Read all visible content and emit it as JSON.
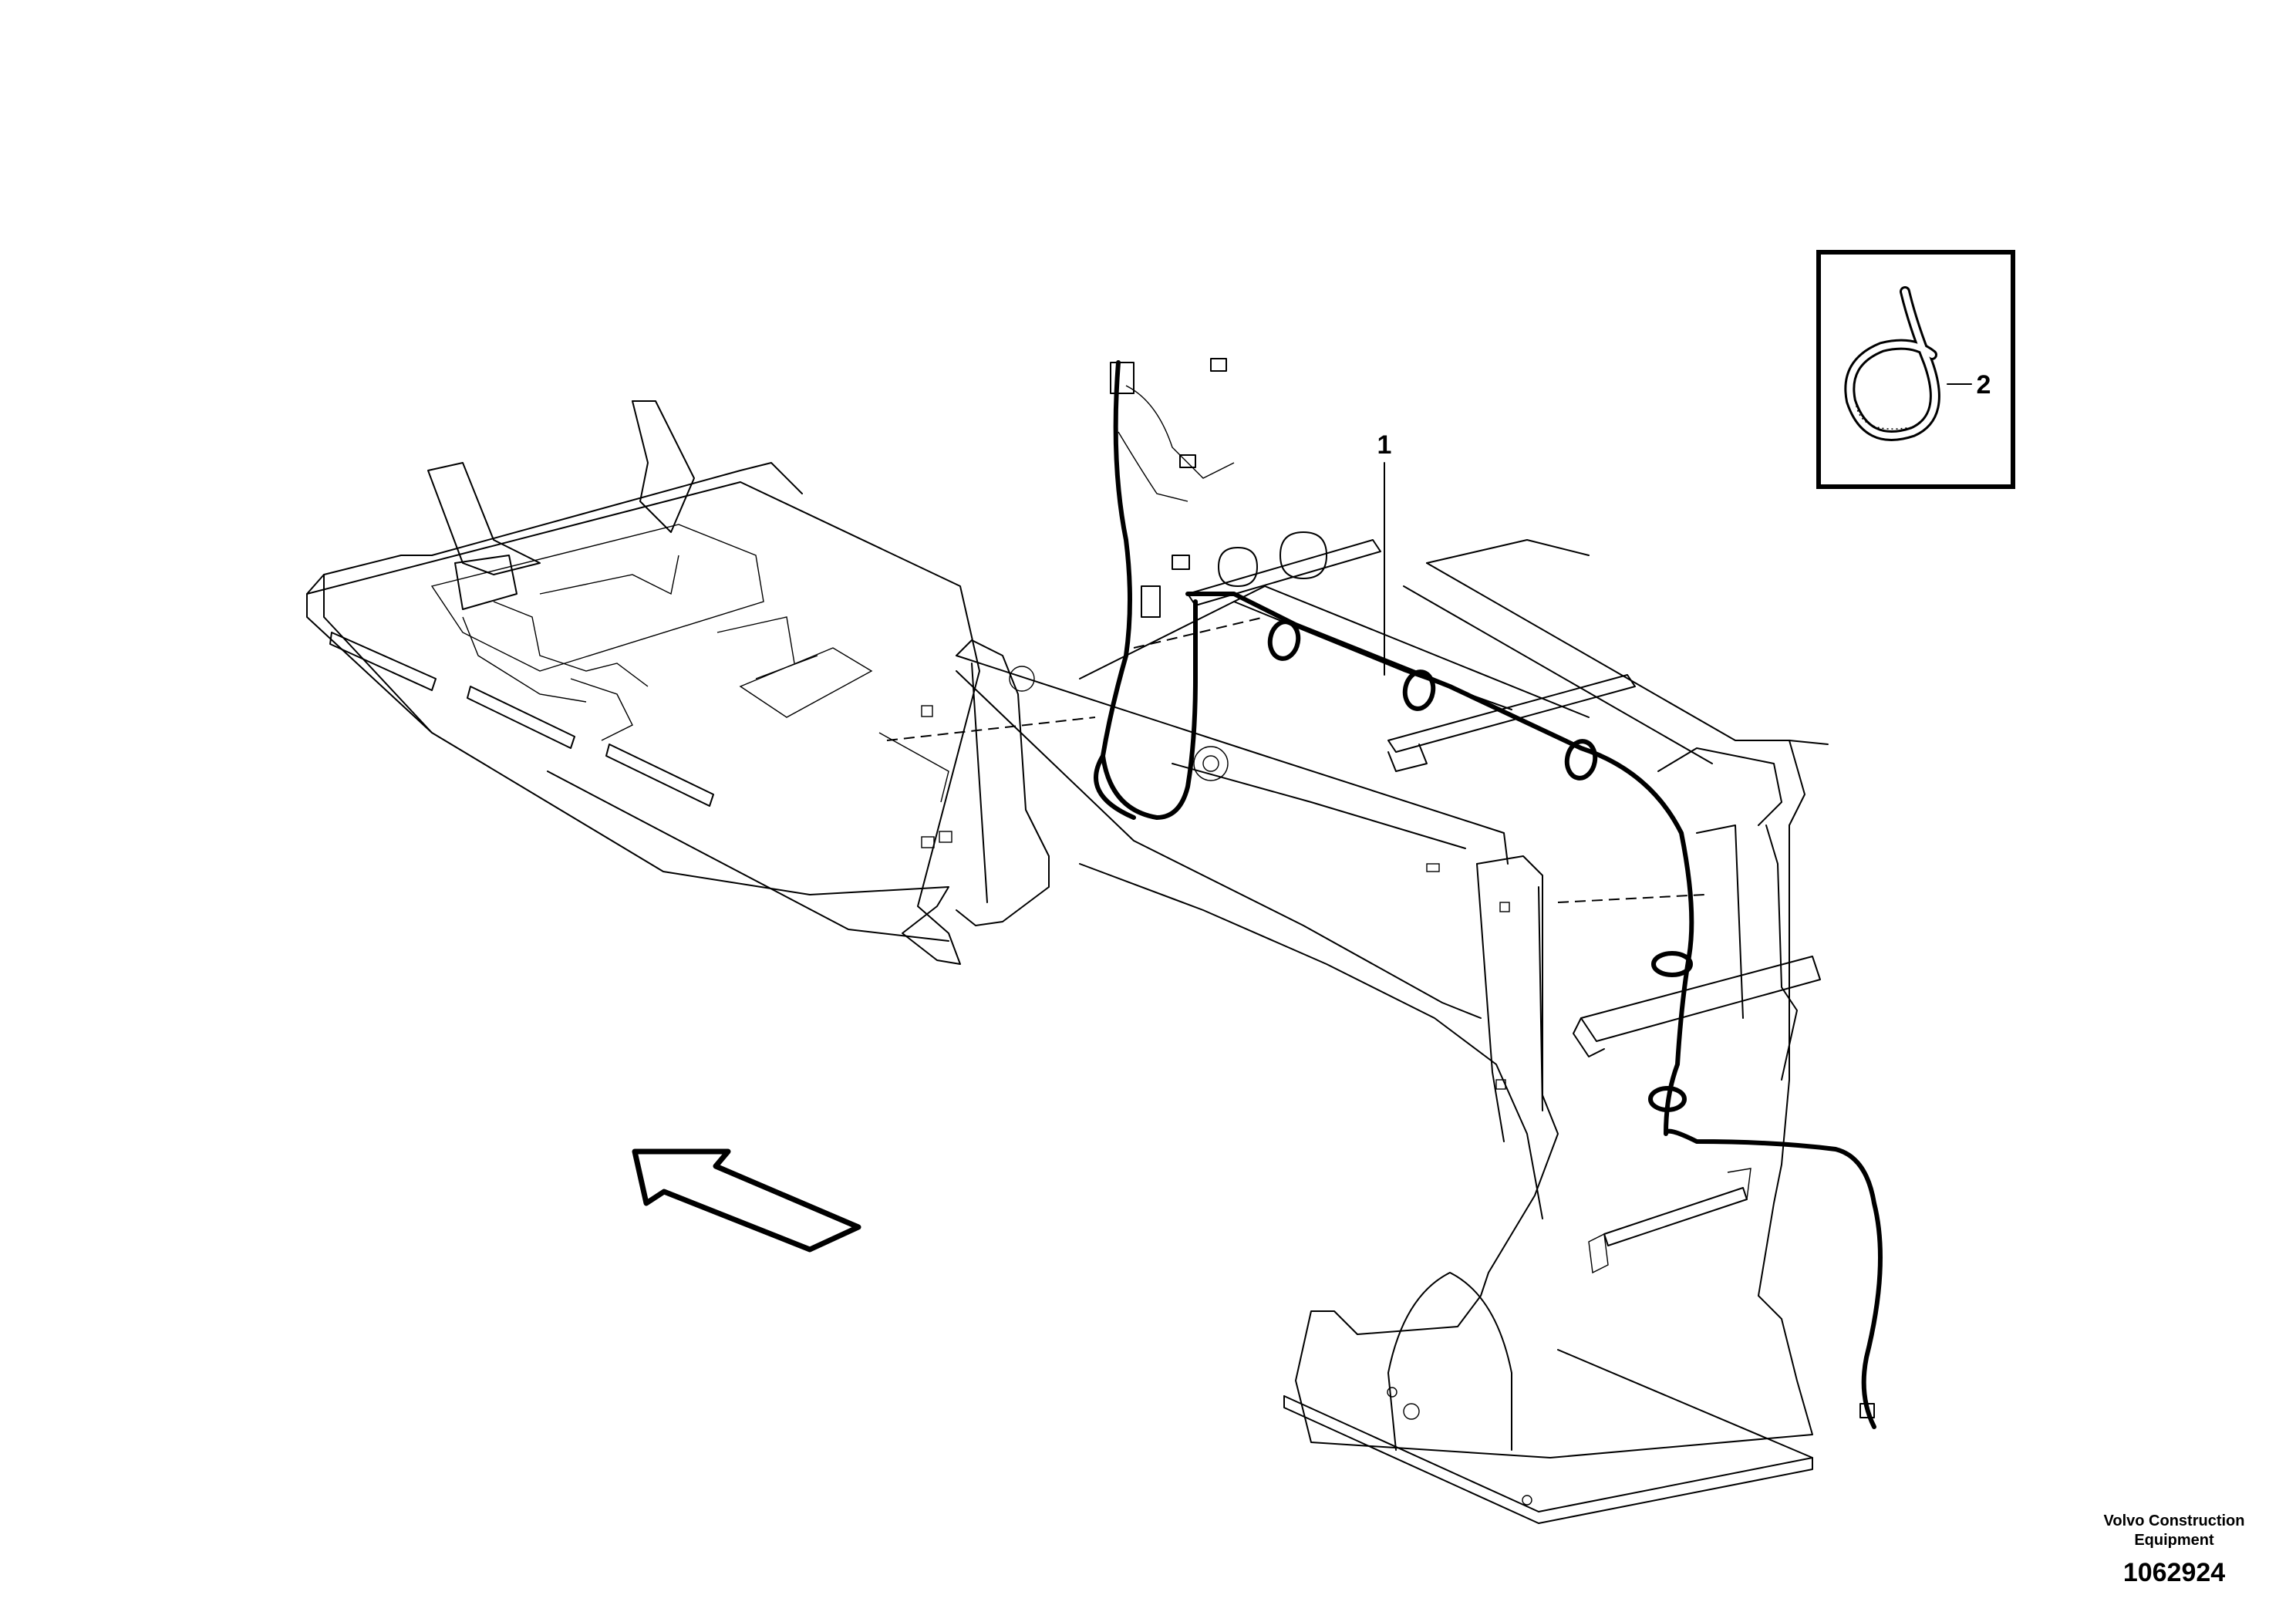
{
  "callouts": {
    "part_1": "1",
    "part_2": "2"
  },
  "footer": {
    "brand_line1": "Volvo Construction",
    "brand_line2": "Equipment",
    "doc_number": "1062924"
  },
  "icons": {
    "direction_arrow": "forward-direction-arrow-icon",
    "cable_tie": "cable-tie-icon"
  },
  "colors": {
    "line": "#000000",
    "background": "#ffffff"
  }
}
